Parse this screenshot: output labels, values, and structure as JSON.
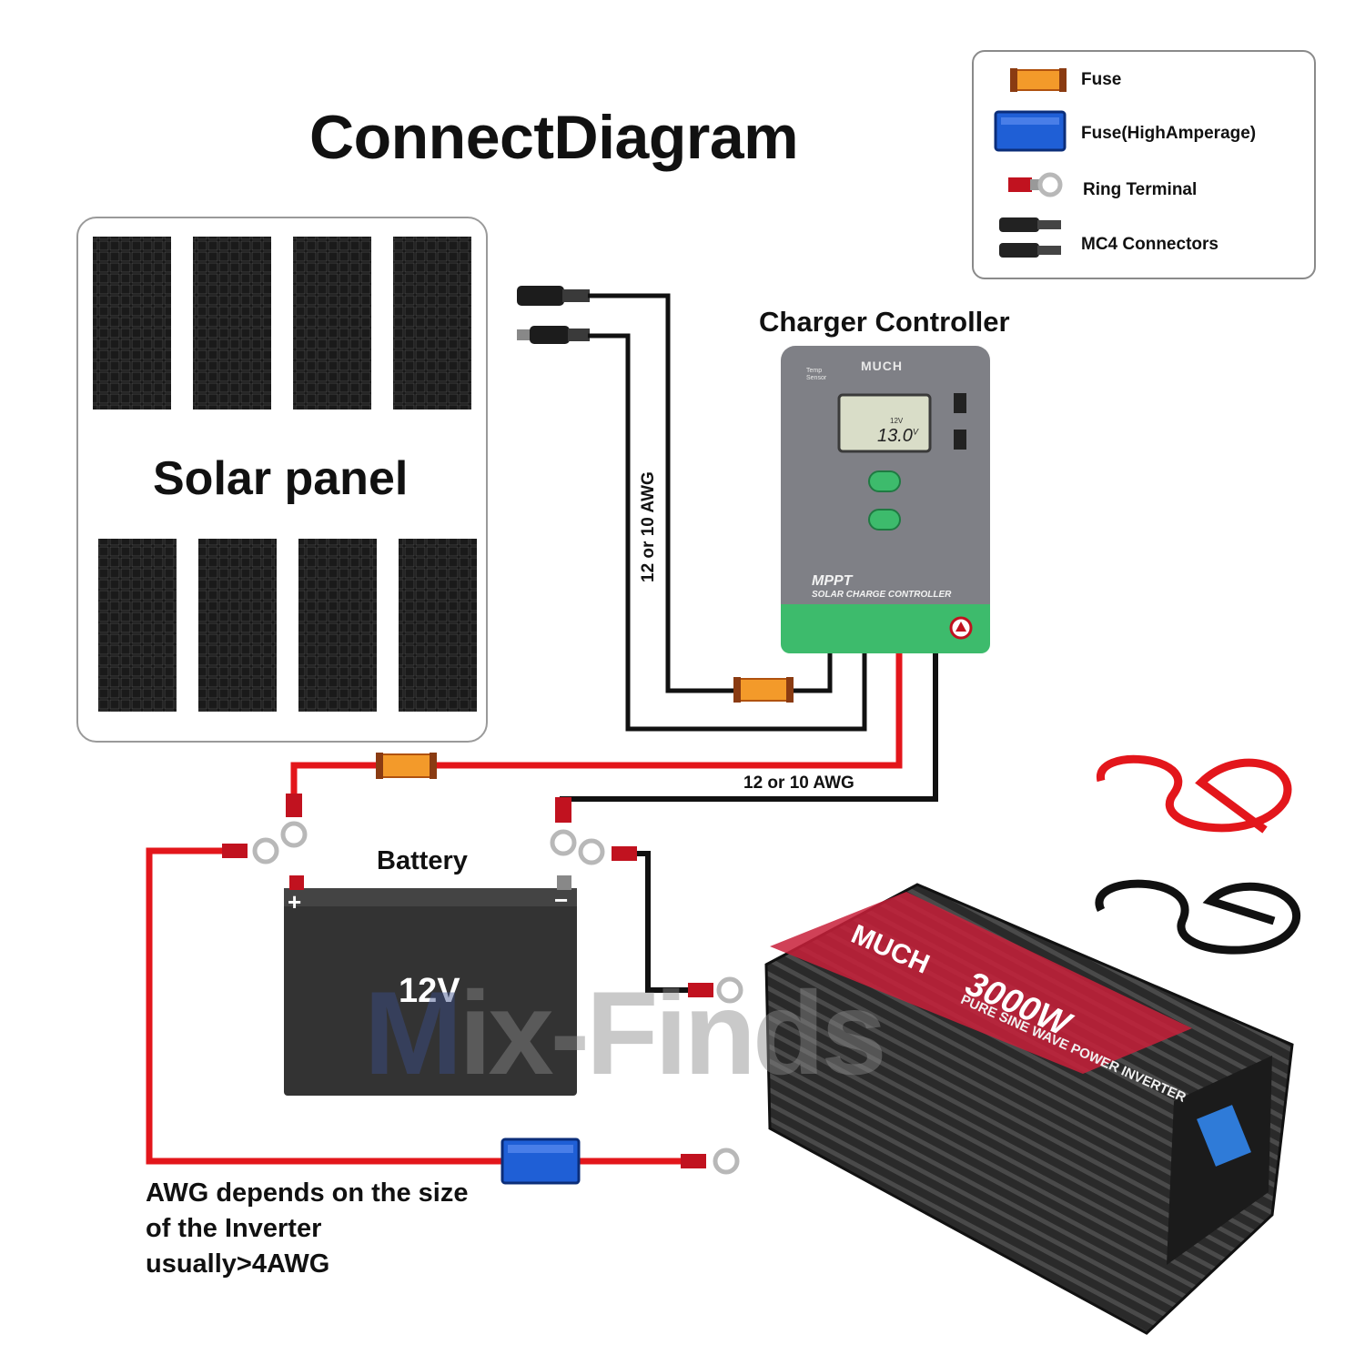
{
  "title": "ConnectDiagram",
  "legend": {
    "items": [
      {
        "label": "Fuse",
        "icon": "fuse-icon",
        "color": "#f39a2a"
      },
      {
        "label": "Fuse(HighAmperage)",
        "icon": "high-amperage-fuse-icon",
        "color": "#1f5fd6"
      },
      {
        "label": "Ring Terminal",
        "icon": "ring-terminal-icon",
        "color": "#c1121f"
      },
      {
        "label": "MC4 Connectors",
        "icon": "mc4-connector-icon",
        "color": "#222222"
      }
    ]
  },
  "solar_panel": {
    "label": "Solar panel"
  },
  "charge_controller": {
    "label": "Charger Controller",
    "brand": "MUCH",
    "screen_reading": "13.0",
    "screen_unit": "V",
    "screen_voltage": "12V",
    "temp_sensor": "Temp Sensor",
    "type": "MPPT",
    "subtitle": "SOLAR CHARGE CONTROLLER",
    "accent": "#3dbb6c"
  },
  "battery": {
    "label": "Battery",
    "voltage": "12V",
    "plus": "+",
    "minus": "−"
  },
  "inverter": {
    "brand": "MUCH",
    "power": "3000W",
    "subtitle": "PURE SINE WAVE POWER INVERTER",
    "accent": "#c8203a"
  },
  "wires": {
    "pv_gauge": "12 or 10 AWG",
    "battery_gauge": "12 or 10 AWG",
    "red": "#e3161b",
    "black": "#111111"
  },
  "note": {
    "line1": "AWG depends on the size",
    "line2": "of the Inverter",
    "line3": "usually>4AWG"
  },
  "watermark": {
    "first": "M",
    "rest": "ix-Finds"
  }
}
